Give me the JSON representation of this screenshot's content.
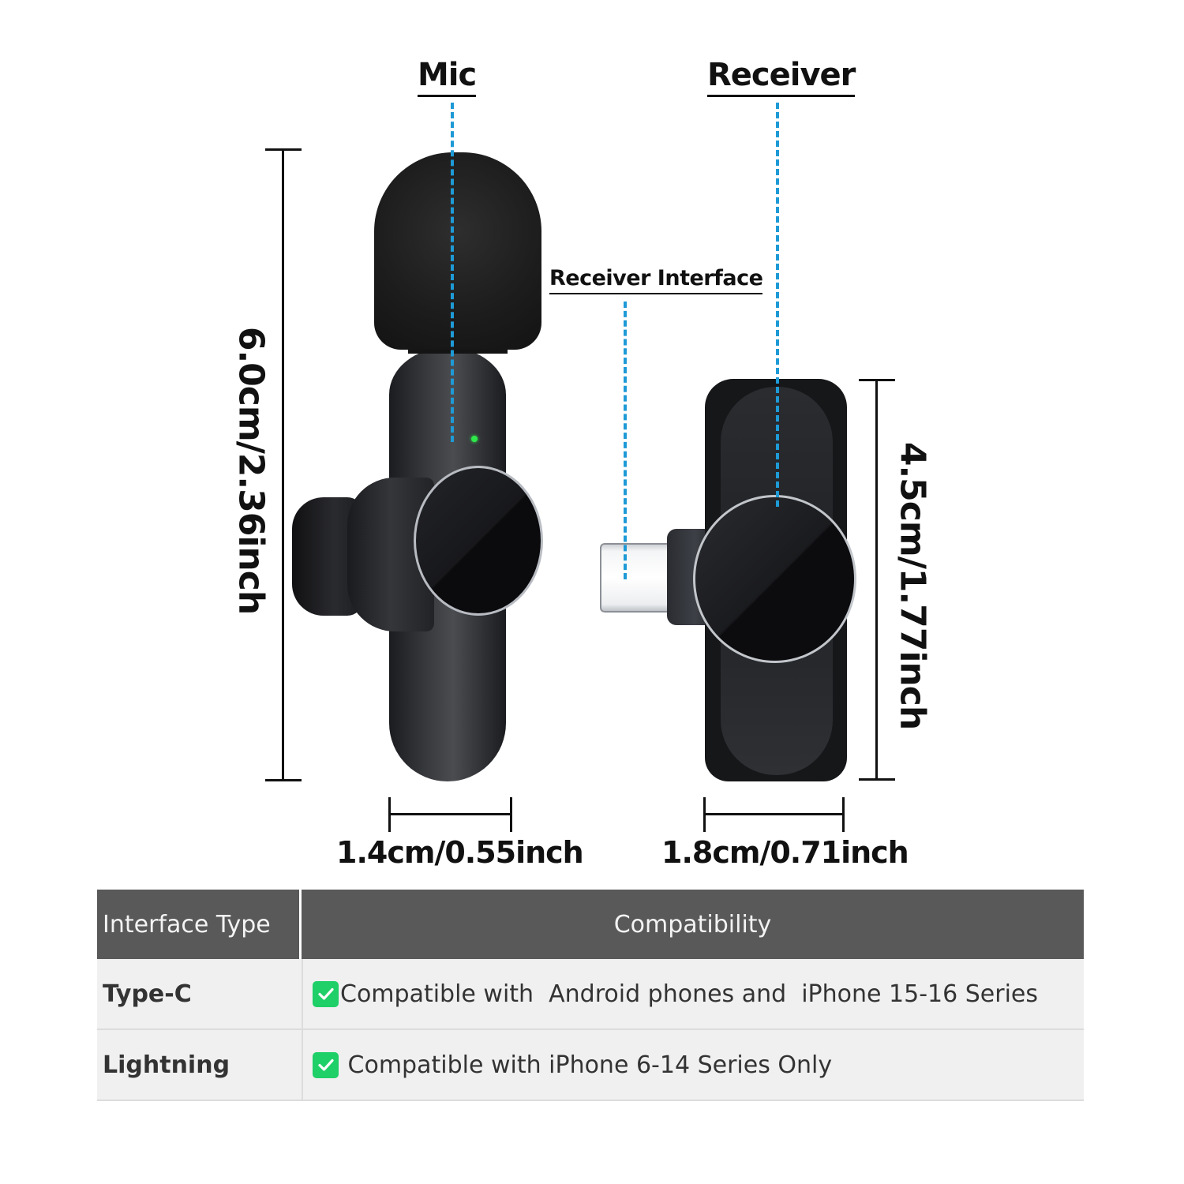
{
  "labels": {
    "mic": "Mic",
    "receiver": "Receiver",
    "receiver_interface": "Receiver Interface"
  },
  "dimensions": {
    "mic_height": "6.0cm/2.36inch",
    "receiver_height": "4.5cm/1.77inch",
    "mic_width": "1.4cm/0.55inch",
    "receiver_width": "1.8cm/0.71inch"
  },
  "colors": {
    "leader_line": "#1e9ad6",
    "table_header_bg": "#595959",
    "table_row_bg": "#f0f0f0",
    "check_green": "#1fcf68",
    "led_green": "#2ee84a"
  },
  "table": {
    "headers": [
      "Interface Type",
      "Compatibility"
    ],
    "rows": [
      {
        "type": "Type-C",
        "icon": "check-box-icon",
        "compatibility": "Compatible with  Android phones and  iPhone 15-16 Series"
      },
      {
        "type": "Lightning",
        "icon": "check-box-icon",
        "compatibility": " Compatible with iPhone 6-14 Series Only"
      }
    ]
  }
}
